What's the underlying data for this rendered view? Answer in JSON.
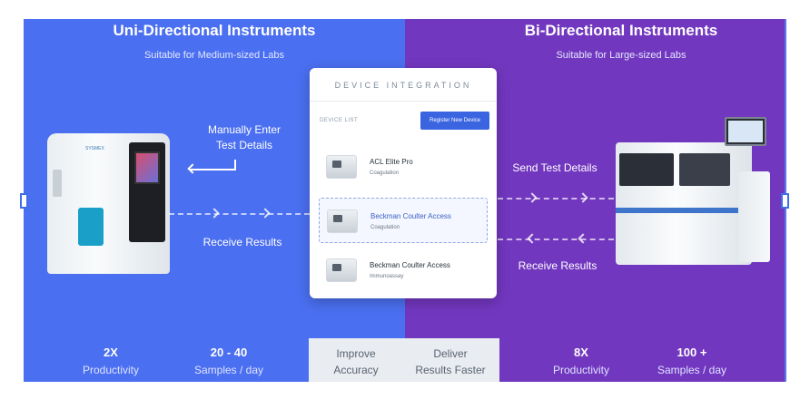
{
  "left": {
    "title": "Uni-Directional Instruments",
    "subtitle": "Suitable for Medium-sized Labs",
    "manual_label": "Manually Enter\nTest Details",
    "receive_label": "Receive Results",
    "stats": [
      {
        "value": "2X",
        "label": "Productivity"
      },
      {
        "value": "20 - 40",
        "label": "Samples / day"
      }
    ],
    "color": "#4a6ff0"
  },
  "right": {
    "title": "Bi-Directional Instruments",
    "subtitle": "Suitable for Large-sized Labs",
    "send_label": "Send Test Details",
    "receive_label": "Receive Results",
    "stats": [
      {
        "value": "8X",
        "label": "Productivity"
      },
      {
        "value": "100 +",
        "label": "Samples / day"
      }
    ],
    "color": "#7237bf"
  },
  "card": {
    "title": "DEVICE INTEGRATION",
    "list_label": "DEVICE LIST",
    "register_button": "Register New Device",
    "devices": [
      {
        "name": "ACL Elite Pro",
        "type": "Coagulation",
        "selected": false
      },
      {
        "name": "Beckman Coulter Access",
        "type": "Coagulation",
        "selected": true
      },
      {
        "name": "Beckman Coulter Access",
        "type": "Immunoassay",
        "selected": false
      }
    ]
  },
  "center_benefits": [
    {
      "text": "Improve\nAccuracy"
    },
    {
      "text": "Deliver\nResults Faster"
    }
  ],
  "icons": [
    "analyzer-small-icon",
    "analyzer-large-icon",
    "arrow-left-icon",
    "chevron-right-icon",
    "chevron-left-icon"
  ]
}
